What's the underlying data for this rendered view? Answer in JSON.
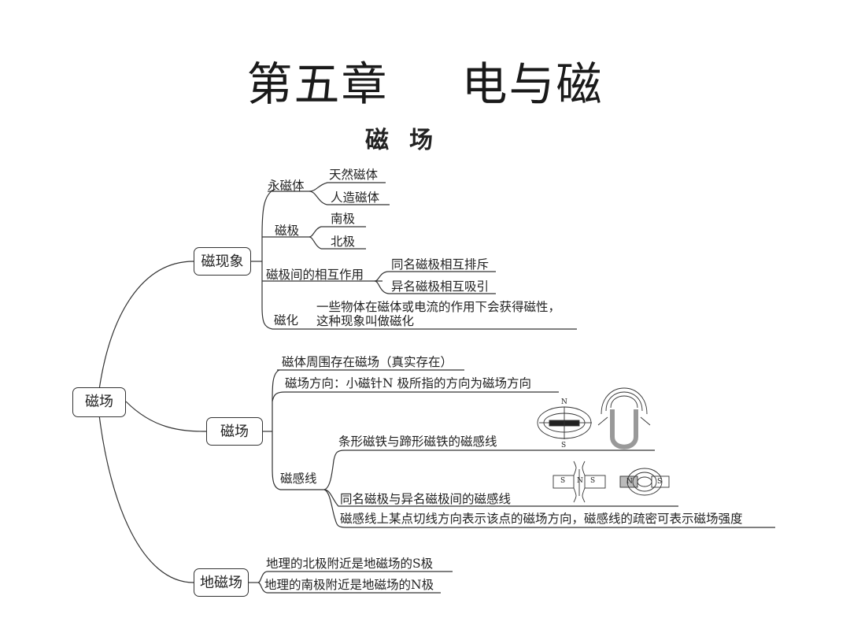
{
  "chapter": {
    "number_label": "第五章",
    "title": "电与磁"
  },
  "section_title": "磁场",
  "root": "磁场",
  "branches": {
    "phenomenon": {
      "label": "磁现象",
      "permanent_magnet": {
        "label": "永磁体",
        "items": [
          "天然磁体",
          "人造磁体"
        ]
      },
      "poles": {
        "label": "磁极",
        "items": [
          "南极",
          "北极"
        ]
      },
      "interaction": {
        "label": "磁极间的相互作用",
        "items": [
          "同名磁极相互排斥",
          "异名磁极相互吸引"
        ]
      },
      "magnetization": {
        "label": "磁化",
        "line1": "一些物体在磁体或电流的作用下会获得磁性，",
        "line2": "这种现象叫做磁化"
      }
    },
    "field": {
      "label": "磁场",
      "existence": "磁体周围存在磁场（真实存在）",
      "direction": "磁场方向：小磁针N 极所指的方向为磁场方向",
      "field_lines": {
        "label": "磁感线",
        "bar_horseshoe": "条形磁铁与蹄形磁铁的磁感线",
        "like_unlike": "同名磁极与异名磁极间的磁感线",
        "tangent": "磁感线上某点切线方向表示该点的磁场方向，磁感线的疏密可表示磁场强度"
      },
      "figure_letters": {
        "n": "N",
        "s": "S"
      }
    },
    "geomagnetic": {
      "label": "地磁场",
      "items": [
        "地理的北极附近是地磁场的S极",
        "地理的南极附近是地磁场的N极"
      ]
    }
  }
}
